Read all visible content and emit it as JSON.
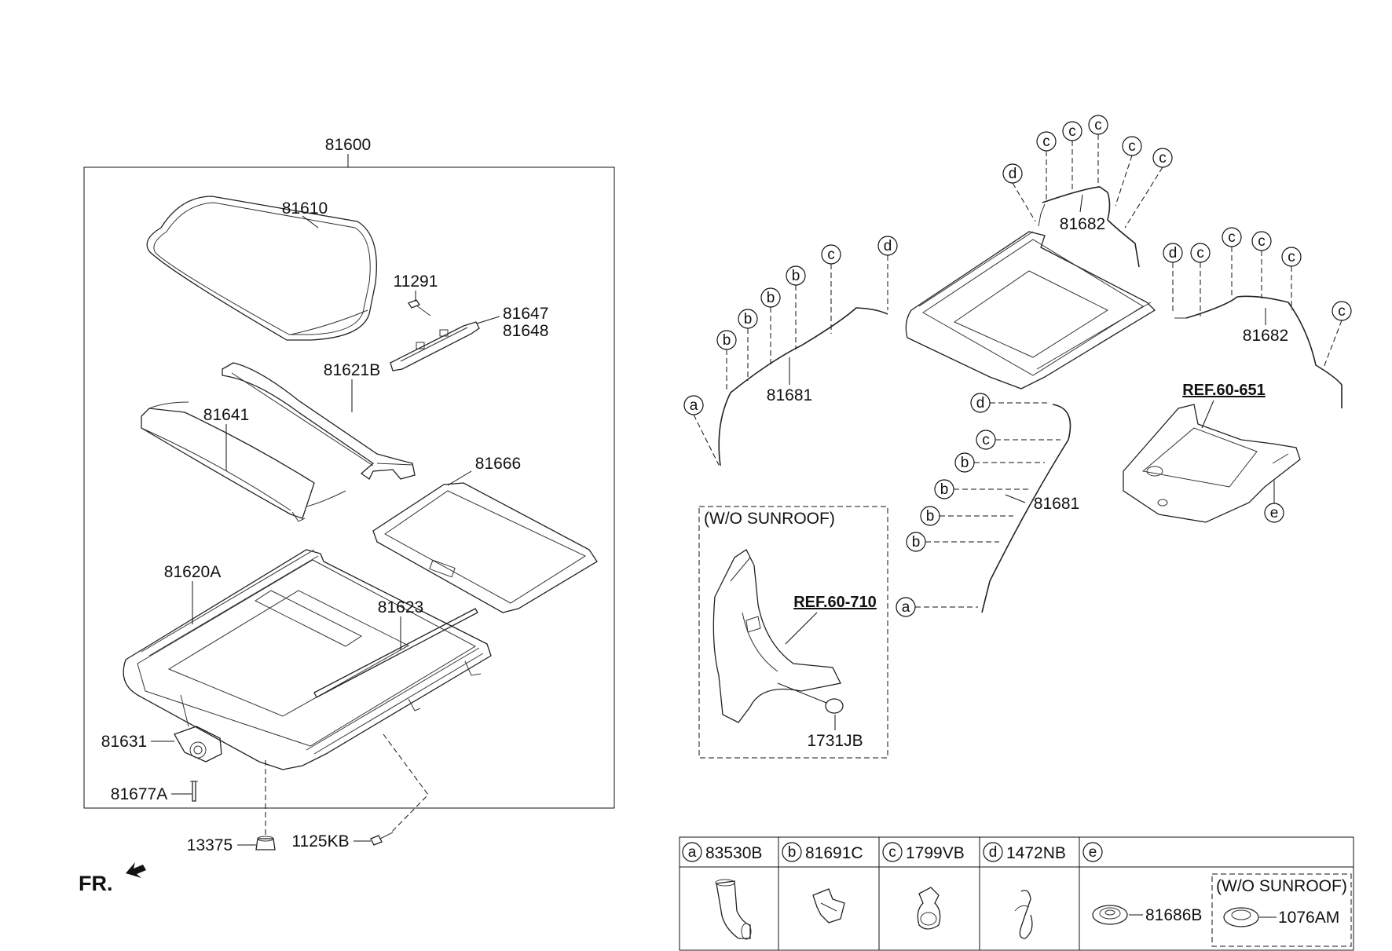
{
  "part_labels": {
    "p81600": "81600",
    "p81610": "81610",
    "p11291": "11291",
    "p81647": "81647",
    "p81648": "81648",
    "p81621B": "81621B",
    "p81641": "81641",
    "p81666": "81666",
    "p81620A": "81620A",
    "p81623": "81623",
    "p81631": "81631",
    "p81677A": "81677A",
    "p13375": "13375",
    "p1125KB": "1125KB",
    "p81682_top": "81682",
    "p81682_right": "81682",
    "p81681_left": "81681",
    "p81681_center": "81681",
    "p1731JB": "1731JB"
  },
  "references": {
    "ref_651": "REF.60-651",
    "ref_710": "REF.60-710"
  },
  "inset_title": "(W/O SUNROOF)",
  "front_label": "FR.",
  "callout_letters": {
    "a": "a",
    "b": "b",
    "c": "c",
    "d": "d",
    "e": "e"
  },
  "legend": {
    "a_part": "83530B",
    "b_part": "81691C",
    "c_part": "1799VB",
    "d_part": "1472NB",
    "e_part_1": "81686B",
    "e_subnote": "(W/O SUNROOF)",
    "e_part_2": "1076AM"
  }
}
